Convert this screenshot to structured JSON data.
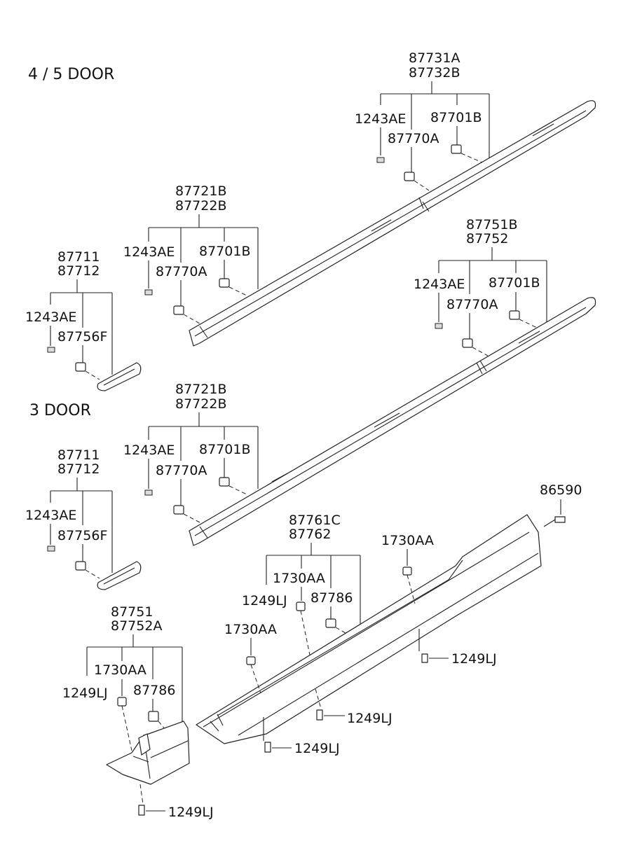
{
  "sections": {
    "five_door": "4 / 5 DOOR",
    "three_door": "3 DOOR"
  },
  "groups": {
    "g1": {
      "parts": [
        "87731A",
        "87732B"
      ],
      "fasteners": [
        "1243AE",
        "87770A",
        "87701B"
      ]
    },
    "g2": {
      "parts": [
        "87721B",
        "87722B"
      ],
      "fasteners": [
        "1243AE",
        "87770A",
        "87701B"
      ]
    },
    "g3": {
      "parts": [
        "87711",
        "87712"
      ],
      "fasteners": [
        "1243AE",
        "87756F"
      ]
    },
    "g4": {
      "parts": [
        "87751B",
        "87752"
      ],
      "fasteners": [
        "1243AE",
        "87770A",
        "87701B"
      ]
    },
    "g5": {
      "parts": [
        "87721B",
        "87722B"
      ],
      "fasteners": [
        "1243AE",
        "87770A",
        "87701B"
      ]
    },
    "g6": {
      "parts": [
        "87711",
        "87712"
      ],
      "fasteners": [
        "1243AE",
        "87756F"
      ]
    },
    "g7": {
      "parts": [
        "87761C",
        "87762"
      ],
      "fasteners": [
        "1730AA",
        "1249LJ",
        "87786"
      ]
    },
    "g8": {
      "parts": [
        "87751",
        "87752A"
      ],
      "fasteners": [
        "1730AA",
        "1249LJ",
        "87786"
      ]
    }
  },
  "loose": {
    "p86590": "86590",
    "p1730aa_a": "1730AA",
    "p1730aa_b": "1730AA",
    "p1249lj_a": "1249LJ",
    "p1249lj_b": "1249LJ",
    "p1249lj_c": "1249LJ",
    "p1249lj_d": "1249LJ"
  }
}
